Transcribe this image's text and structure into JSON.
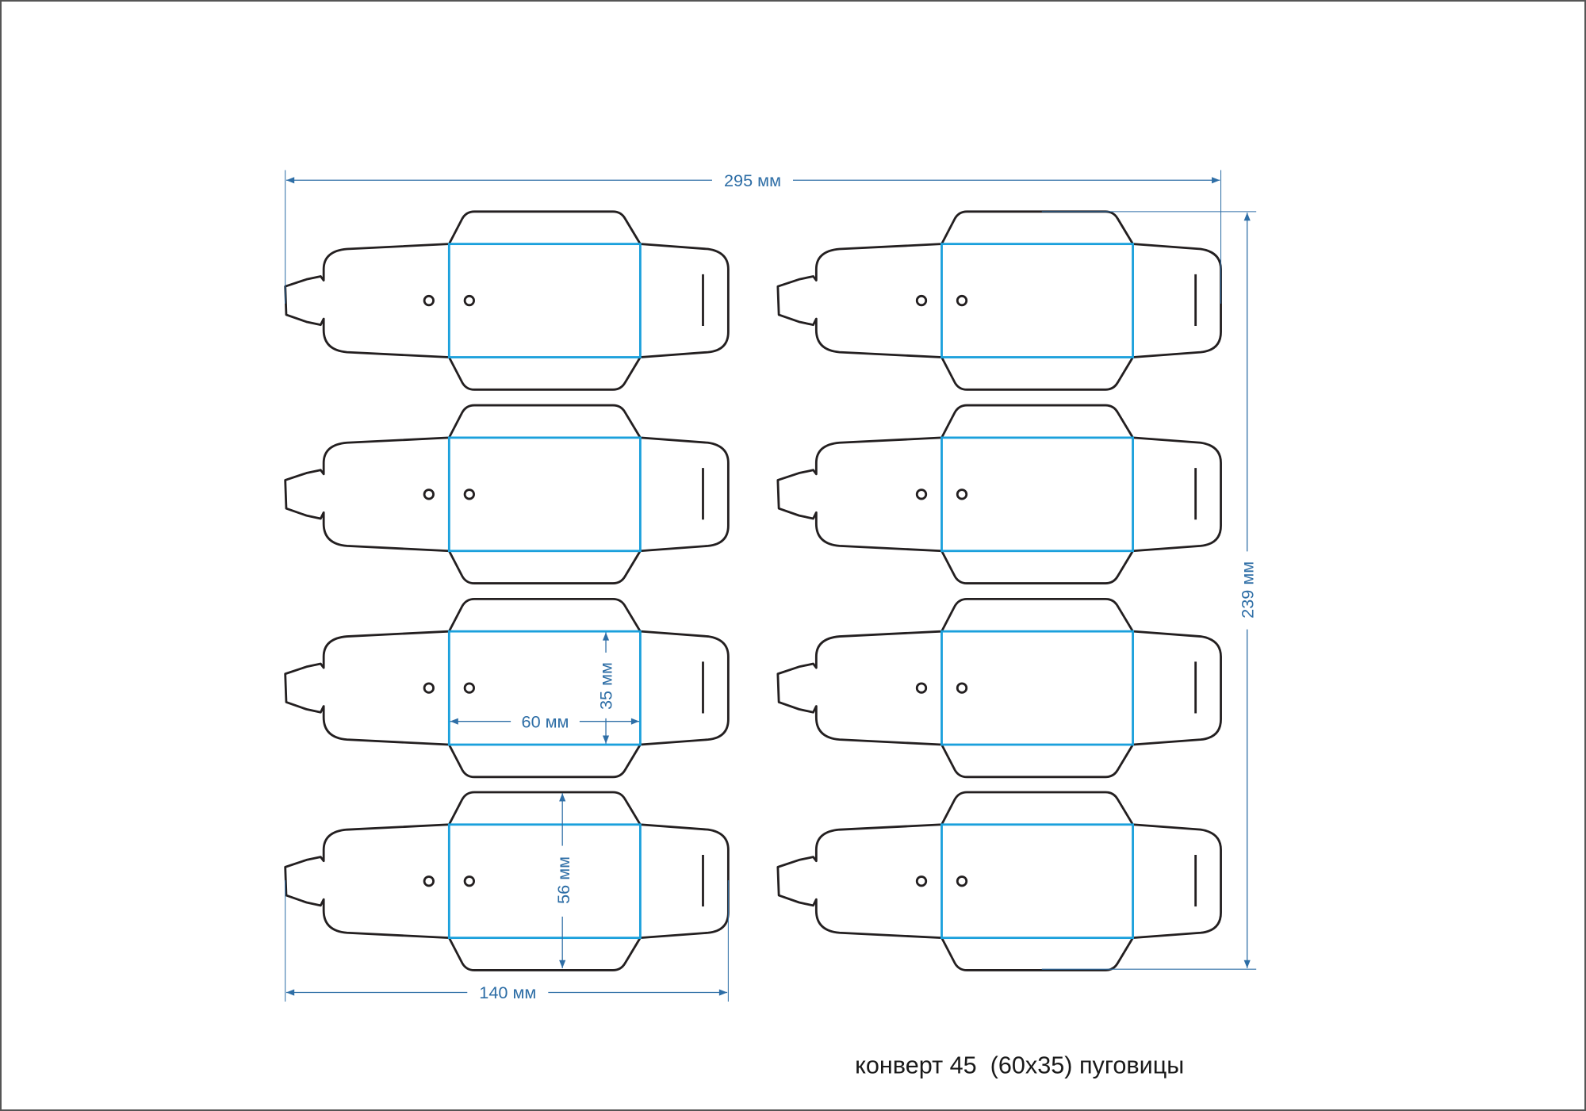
{
  "document": {
    "caption": "конверт 45  (60x35) пуговицы",
    "product": "конверт 45",
    "envelope_size": "60x35",
    "purpose": "пуговицы"
  },
  "layout": {
    "columns": 2,
    "rows": 4,
    "envelope_count": 8
  },
  "dimensions": {
    "total_width": "295 мм",
    "total_height": "239 мм",
    "envelope_width": "140 мм",
    "envelope_height": "56 мм",
    "pocket_width": "60 мм",
    "pocket_height": "35 мм"
  },
  "colors": {
    "cut_line": "#231f20",
    "fold_line": "#1aa0dc",
    "dimension_line": "#2e6ea6"
  }
}
